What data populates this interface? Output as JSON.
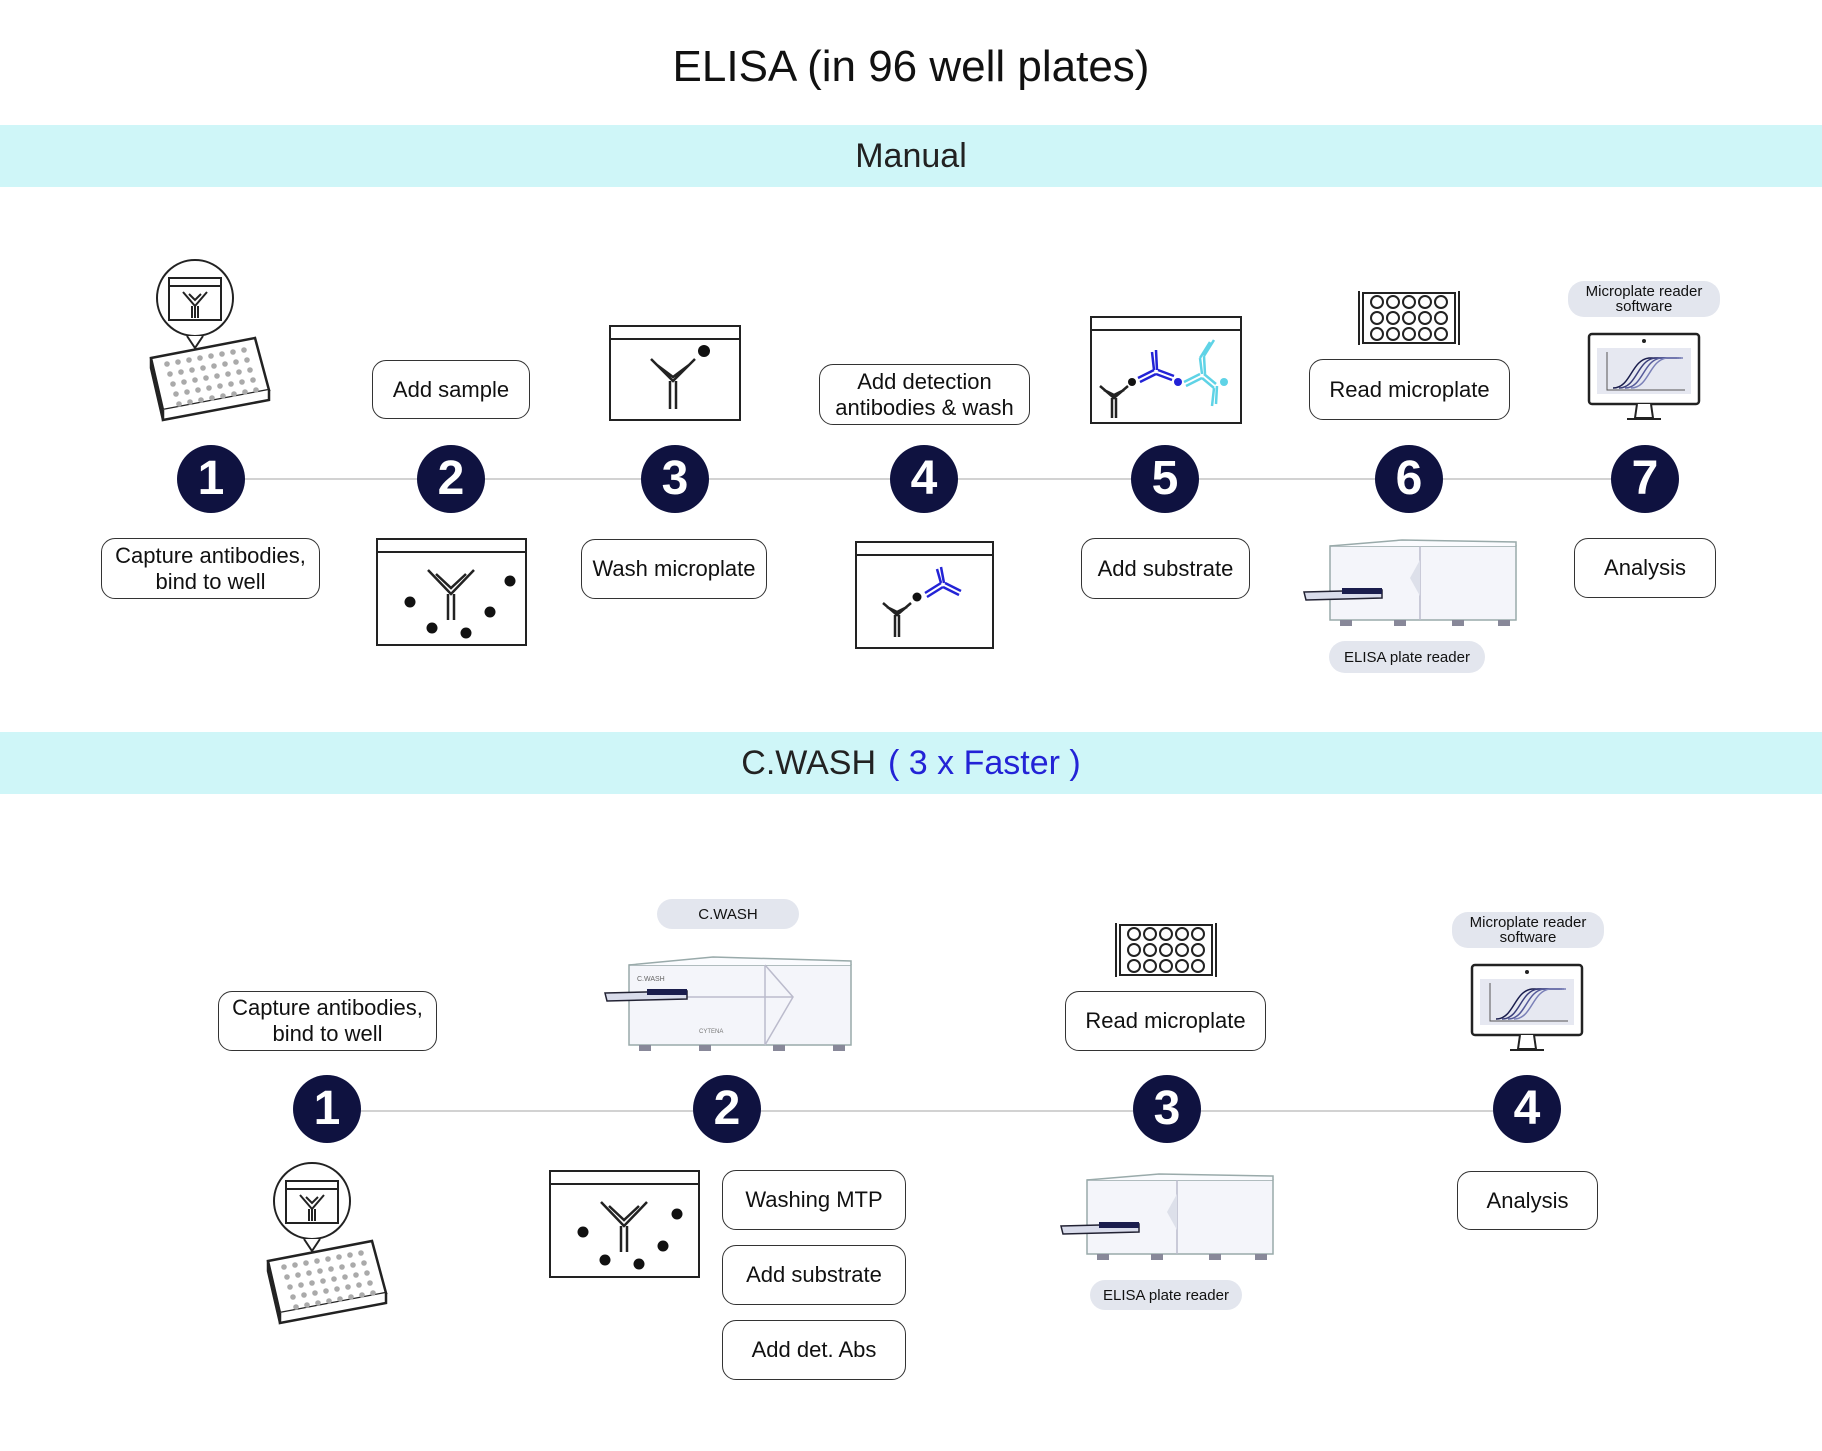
{
  "title": "ELISA (in 96 well plates)",
  "manual": {
    "heading": "Manual",
    "steps": [
      {
        "number": "1",
        "label": "Capture antibodies,\nbind to well"
      },
      {
        "number": "2",
        "label": "Add sample"
      },
      {
        "number": "3",
        "label": "Wash microplate"
      },
      {
        "number": "4",
        "label": "Add detection\nantibodies & wash"
      },
      {
        "number": "5",
        "label": "Add substrate"
      },
      {
        "number": "6",
        "label": "Read microplate"
      },
      {
        "number": "7",
        "label": "Analysis"
      }
    ],
    "plate_reader_tag": "ELISA plate reader",
    "software_tag": "Microplate reader\nsoftware"
  },
  "cwash": {
    "heading": "C.WASH",
    "heading_accent": "( 3 x Faster )",
    "steps": [
      {
        "number": "1",
        "label": "Capture antibodies,\nbind to well"
      },
      {
        "number": "2",
        "labels": [
          "Washing MTP",
          "Add substrate",
          "Add det. Abs"
        ]
      },
      {
        "number": "3",
        "label": "Read microplate"
      },
      {
        "number": "4",
        "label": "Analysis"
      }
    ],
    "washer_tag": "C.WASH",
    "washer_brand": "C.WASH",
    "washer_logo_text": "CYTENA",
    "plate_reader_tag": "ELISA plate reader",
    "software_tag": "Microplate reader\nsoftware"
  },
  "colors": {
    "band": "#cff6f8",
    "circle": "#0f1240",
    "accent": "#2323d6",
    "antibody_blue": "#2323d6",
    "antibody_cyan": "#5fd3e6"
  }
}
